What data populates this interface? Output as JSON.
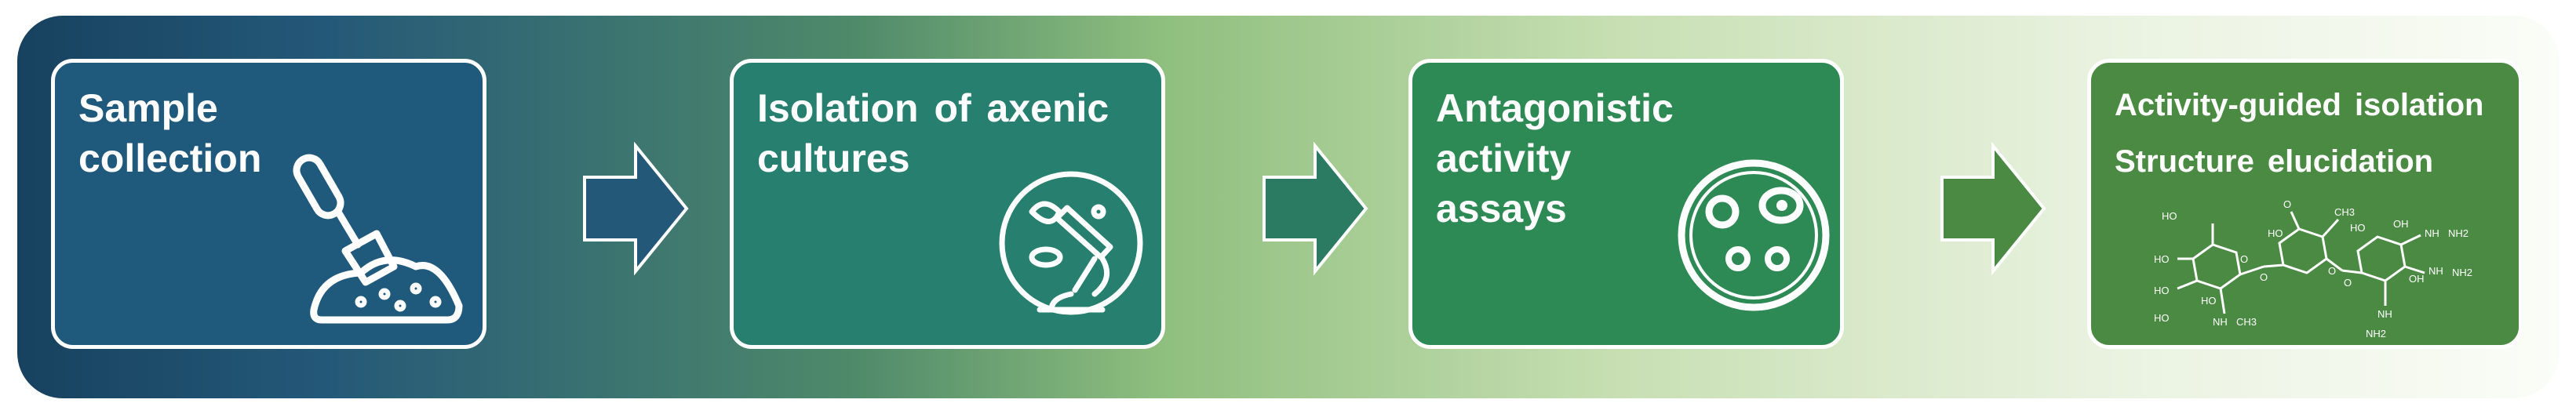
{
  "steps": [
    {
      "title": "Sample\ncollection",
      "icon": "soil-trowel-icon",
      "color": "#1f5a7d"
    },
    {
      "title": "Isolation  of axenic\ncultures",
      "icon": "microscope-petri-icon",
      "color": "#27806f"
    },
    {
      "title": "Antagonistic\nactivity\nassays",
      "icon": "petri-dish-icon",
      "color": "#2e8a55"
    },
    {
      "title": "Activity-guided  isolation\nStructure elucidation",
      "icon": "chemical-structure-icon",
      "color": "#4a8a42"
    }
  ],
  "arrows": [
    {
      "color": "#245878"
    },
    {
      "color": "#2b7a62"
    },
    {
      "color": "#4a8a42"
    }
  ],
  "structure_labels": {
    "ho1": "HO",
    "ho2": "HO",
    "ho3": "HO",
    "o_top": "O",
    "ho4": "HO",
    "ch3_top": "CH3",
    "ho5": "HO",
    "oh1": "OH",
    "nh2_a": "NH2",
    "nh_a": "NH",
    "o_mid1": "O",
    "o_mid2": "O",
    "o_mid3": "O",
    "o_mid4": "O",
    "oh2": "OH",
    "nh_b": "NH",
    "ch3_bot": "CH3",
    "nh_c": "NH",
    "nh2_b": "NH2",
    "nh_d": "NH",
    "nh2_c": "NH2",
    "ho6": "HO",
    "ho7": "HO"
  }
}
